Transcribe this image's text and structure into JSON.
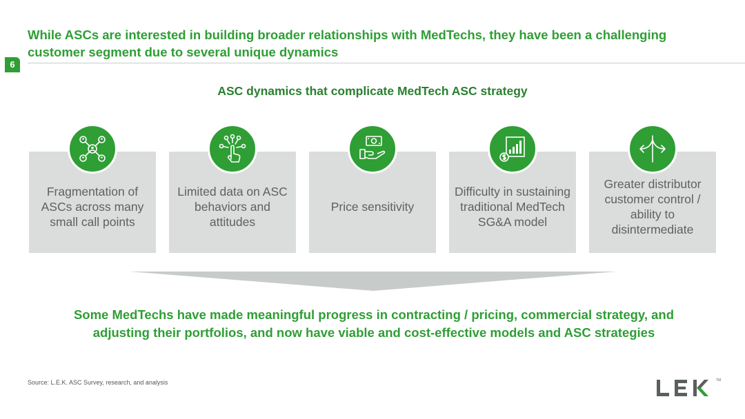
{
  "header": {
    "title": "While ASCs are interested in building broader relationships with MedTechs, they have been a challenging customer segment due to several unique dynamics",
    "page_number": "6"
  },
  "section": {
    "subtitle": "ASC dynamics that complicate MedTech ASC strategy"
  },
  "cards": [
    {
      "icon": "network-people-icon",
      "text": "Fragmentation of ASCs across many small call points"
    },
    {
      "icon": "touch-data-icon",
      "text": "Limited data on ASC behaviors and attitudes"
    },
    {
      "icon": "money-hand-icon",
      "text": "Price sensitivity"
    },
    {
      "icon": "bar-chart-dollar-icon",
      "text": "Difficulty in sustaining traditional MedTech SG&A model"
    },
    {
      "icon": "diverging-arrows-icon",
      "text": "Greater distributor customer control / ability to disintermediate"
    }
  ],
  "conclusion": {
    "text": "Some MedTechs have made meaningful progress in contracting / pricing, commercial strategy, and adjusting their portfolios, and now have viable and cost-effective models and ASC strategies"
  },
  "footer": {
    "source": "Source: L.E.K. ASC Survey, research, and analysis",
    "logo_text": "LEK",
    "logo_tm": "TM"
  },
  "colors": {
    "brand_green": "#2f9e35",
    "card_gray": "#dadddb",
    "card_text": "#5f6160"
  }
}
